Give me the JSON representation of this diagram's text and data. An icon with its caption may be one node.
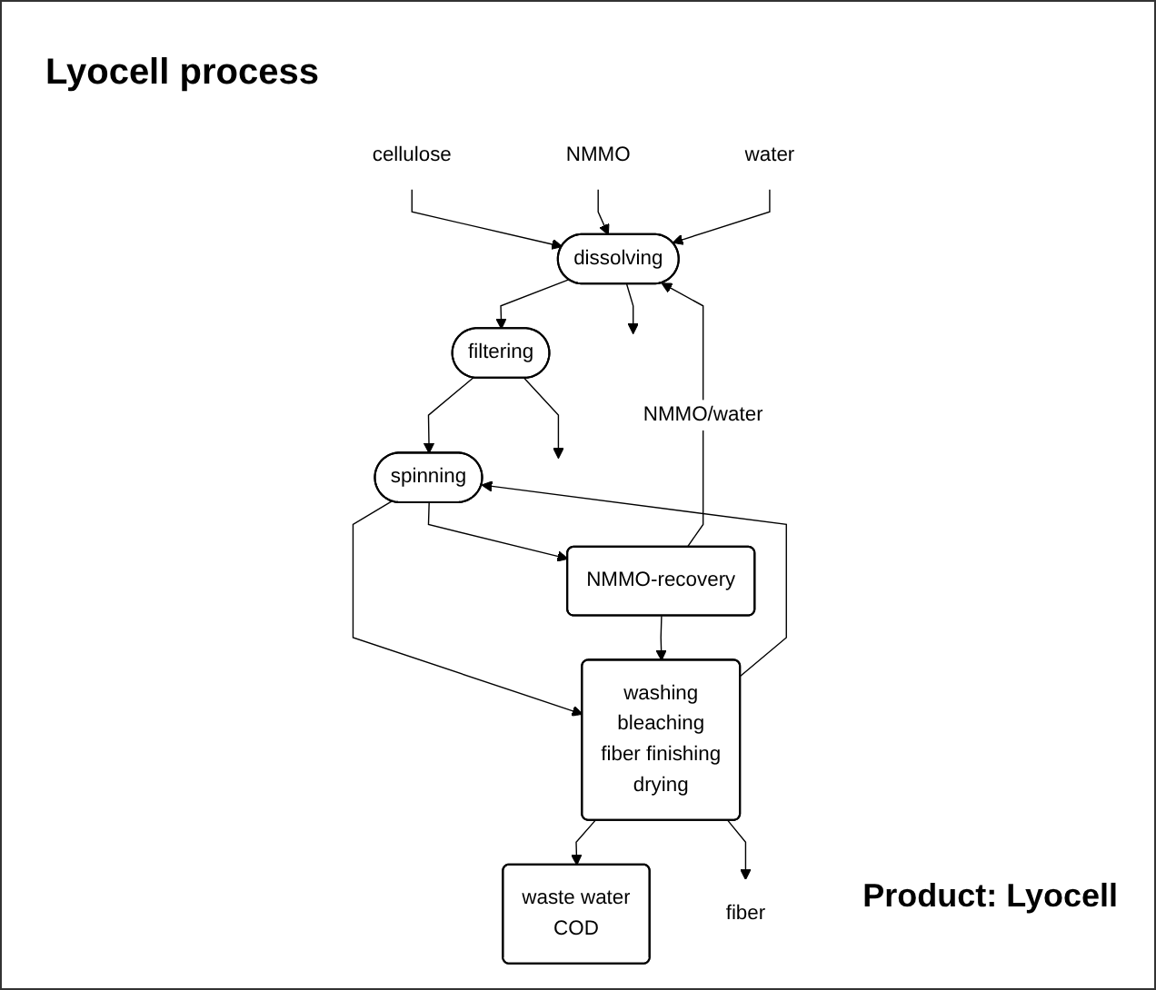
{
  "diagram": {
    "title": "Lyocell process",
    "nodes": [
      {
        "text": [
          "cellulose"
        ]
      },
      {
        "text": [
          "NMMO"
        ]
      },
      {
        "text": [
          "water"
        ]
      },
      {
        "text": [
          "dissolving"
        ]
      },
      {
        "text": [
          "filtering"
        ]
      },
      {
        "text": [
          "spinning"
        ]
      },
      {
        "text": [
          "washing",
          "bleaching",
          "fiber finishing",
          "drying"
        ]
      },
      {
        "text": [
          "NMMO-recovery"
        ]
      },
      {
        "text": [
          "waste water",
          "COD"
        ]
      },
      {
        "text": [
          "fiber"
        ]
      }
    ],
    "edges": [
      {
        "from": 0,
        "to": 3,
        "arrow": "to"
      },
      {
        "from": 1,
        "to": 3,
        "arrow": "to"
      },
      {
        "from": 2,
        "to": 3,
        "arrow": "to"
      },
      {
        "from": 3,
        "to": 4,
        "arrow": "to"
      },
      {
        "from": 3,
        "to": null,
        "arrow": "to"
      },
      {
        "from": 4,
        "to": 5,
        "arrow": "to"
      },
      {
        "from": 4,
        "to": null,
        "arrow": "to"
      },
      {
        "from": 5,
        "to": 6,
        "arrow": "to"
      },
      {
        "from": 6,
        "to": 5,
        "arrow": "to"
      },
      {
        "from": 5,
        "to": 7,
        "arrow": "to"
      },
      {
        "from": 7,
        "to": 3,
        "arrow": "to",
        "label": "NMMO/water"
      },
      {
        "from": 7,
        "to": 6,
        "arrow": "to"
      },
      {
        "from": 6,
        "to": 8,
        "arrow": "to"
      },
      {
        "from": 6,
        "to": 9,
        "arrow": "to"
      }
    ],
    "labels": [
      "Product: Lyocell"
    ]
  }
}
